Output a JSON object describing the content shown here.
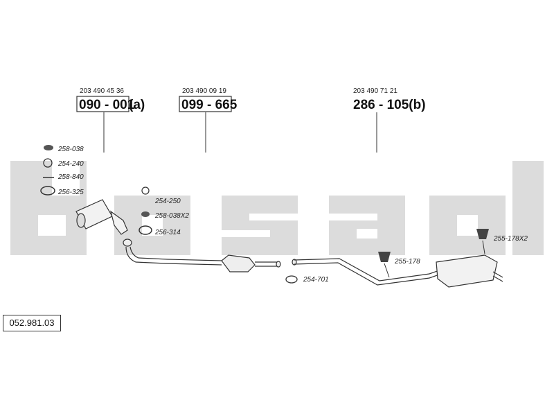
{
  "watermark": {
    "text": "bosal",
    "color": "#d9d9d9"
  },
  "assemblies": [
    {
      "oem": "203 490 45 36",
      "ref_box": "090 - 001",
      "ref_suffix": "(a)"
    },
    {
      "oem": "203 490 09 19",
      "ref_box": "099 - 665",
      "ref_suffix": ""
    },
    {
      "oem": "203 490 71 21",
      "ref_text": "286 - 105(b)"
    }
  ],
  "parts": [
    {
      "code": "258-038",
      "icon": "rubber-ring-icon"
    },
    {
      "code": "254-240",
      "icon": "clamp-icon"
    },
    {
      "code": "258-840",
      "icon": "bolt-icon"
    },
    {
      "code": "256-325",
      "icon": "gasket-icon"
    },
    {
      "code": "254-250",
      "icon": "clamp-icon"
    },
    {
      "code": "258-038X2",
      "icon": "rubber-ring-icon"
    },
    {
      "code": "256-314",
      "icon": "gasket-icon"
    },
    {
      "code": "254-701",
      "icon": "clamp-icon"
    },
    {
      "code": "255-178",
      "icon": "rubber-mount-icon"
    },
    {
      "code": "255-178X2",
      "icon": "rubber-mount-icon"
    }
  ],
  "catalog_number": "052.981.03",
  "colors": {
    "line": "#333333",
    "watermark": "#d9d9d9"
  }
}
